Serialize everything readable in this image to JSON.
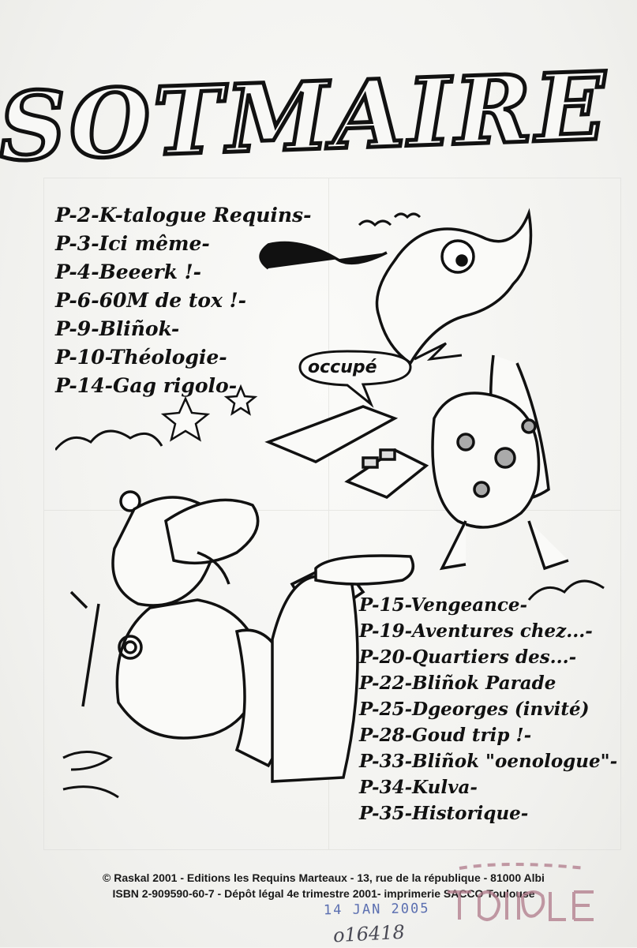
{
  "title": "SOTMAIRE",
  "toc_left": [
    "P-2-K-talogue Requins-",
    "P-3-Ici même-",
    "P-4-Beeerk !-",
    "P-6-60M de tox !-",
    "P-9-Bliñok-",
    "P-10-Théologie-",
    "P-14-Gag rigolo-"
  ],
  "toc_right": [
    "P-15-Vengeance-",
    "P-19-Aventures chez...-",
    "P-20-Quartiers des...-",
    "P-22-Bliñok Parade",
    "P-25-Dgeorges (invité)",
    "P-28-Goud trip !-",
    "P-33-Bliñok \"oenologue\"-",
    "P-34-Kulva-",
    "P-35-Historique-"
  ],
  "bubble": "occupé",
  "footer": {
    "line1": "© Raskal 2001 - Editions les Requins Marteaux - 13, rue de la république - 81000 Albi",
    "line2": "ISBN 2-909590-60-7 - Dépôt légal 4e trimestre 2001- imprimerie SACCO Toulouse"
  },
  "stamp_date": "14 JAN 2005",
  "stamp_number": "o16418",
  "colors": {
    "ink": "#111111",
    "paper": "#f4f4f1",
    "stamp_blue": "#5b6fb0",
    "stamp_rose": "#b07a8a"
  }
}
